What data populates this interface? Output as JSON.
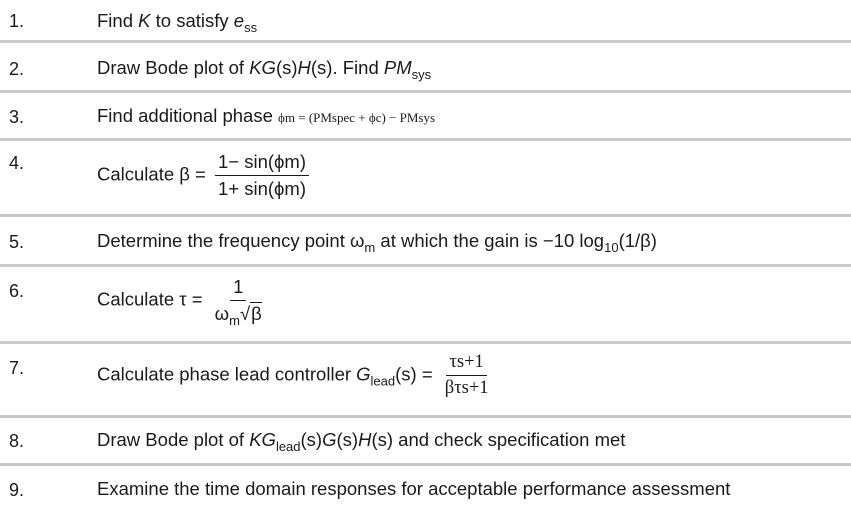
{
  "steps": [
    {
      "num": "1."
    },
    {
      "num": "2."
    },
    {
      "num": "3."
    },
    {
      "num": "4."
    },
    {
      "num": "5."
    },
    {
      "num": "6."
    },
    {
      "num": "7."
    },
    {
      "num": "8."
    },
    {
      "num": "9."
    }
  ],
  "text": {
    "s1_a": "Find ",
    "s1_K": "K",
    "s1_b": " to satisfy ",
    "s1_e": "e",
    "s1_ss": "ss",
    "s2_a": "Draw Bode plot of ",
    "s2_KG": "KG",
    "s2_b": "(s)",
    "s2_H": "H",
    "s2_c": "(s). Find ",
    "s2_PM": "PM",
    "s2_sys": "sys",
    "s3_a": "Find additional phase ",
    "s3_formula": "ϕm = (PMspec + ϕc) − PMsys",
    "s4_a": "Calculate β =",
    "s4_num": "1− sin(ϕm)",
    "s4_den": "1+ sin(ϕm)",
    "s5_a": "Determine the frequency point ω",
    "s5_m": "m",
    "s5_b": " at which the gain is −10 log",
    "s5_10": "10",
    "s5_c": "(1/β)",
    "s6_a": "Calculate τ =",
    "s6_num": "1",
    "s6_den_w": "ω",
    "s6_den_m": "m",
    "s6_den_root": "√",
    "s6_den_b": "β",
    "s7_a": "Calculate phase lead controller ",
    "s7_G": "G",
    "s7_lead": "lead",
    "s7_b": "(s) =",
    "s7_num": "τs+1",
    "s7_den": "βτs+1",
    "s8_a": "Draw Bode plot of ",
    "s8_KG": "KG",
    "s8_lead": "lead",
    "s8_b": "(s)",
    "s8_G": "G",
    "s8_c": "(s)",
    "s8_H": "H",
    "s8_d": "(s) and check specification met",
    "s9_a": "Examine the time domain responses for acceptable performance assessment"
  }
}
